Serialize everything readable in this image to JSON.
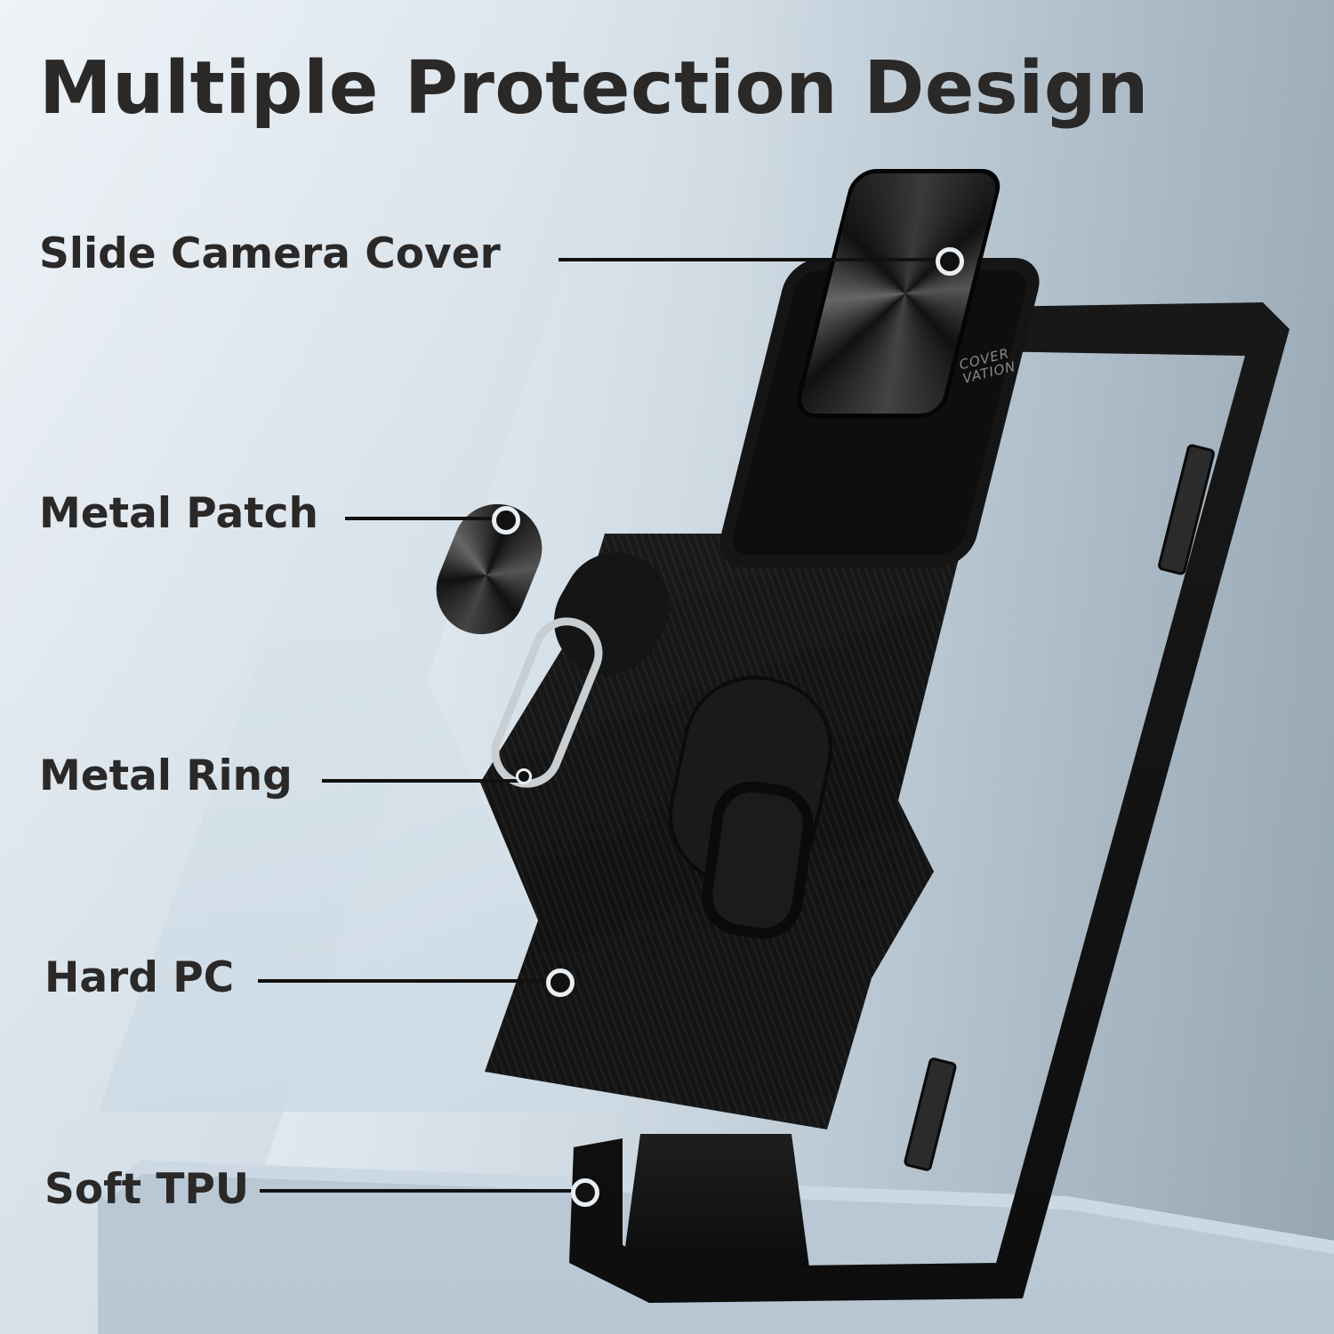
{
  "title": "Multiple Protection Design",
  "callouts": [
    {
      "label": "Slide Camera Cover"
    },
    {
      "label": "Metal Patch"
    },
    {
      "label": "Metal Ring"
    },
    {
      "label": "Hard PC"
    },
    {
      "label": "Soft TPU"
    }
  ],
  "product": {
    "brand_text": "COVER\nVATION"
  },
  "colors": {
    "text": "#2b2828",
    "background_light": "#eef3f7",
    "background_dark": "#a4b4c0",
    "case": "#151515"
  }
}
